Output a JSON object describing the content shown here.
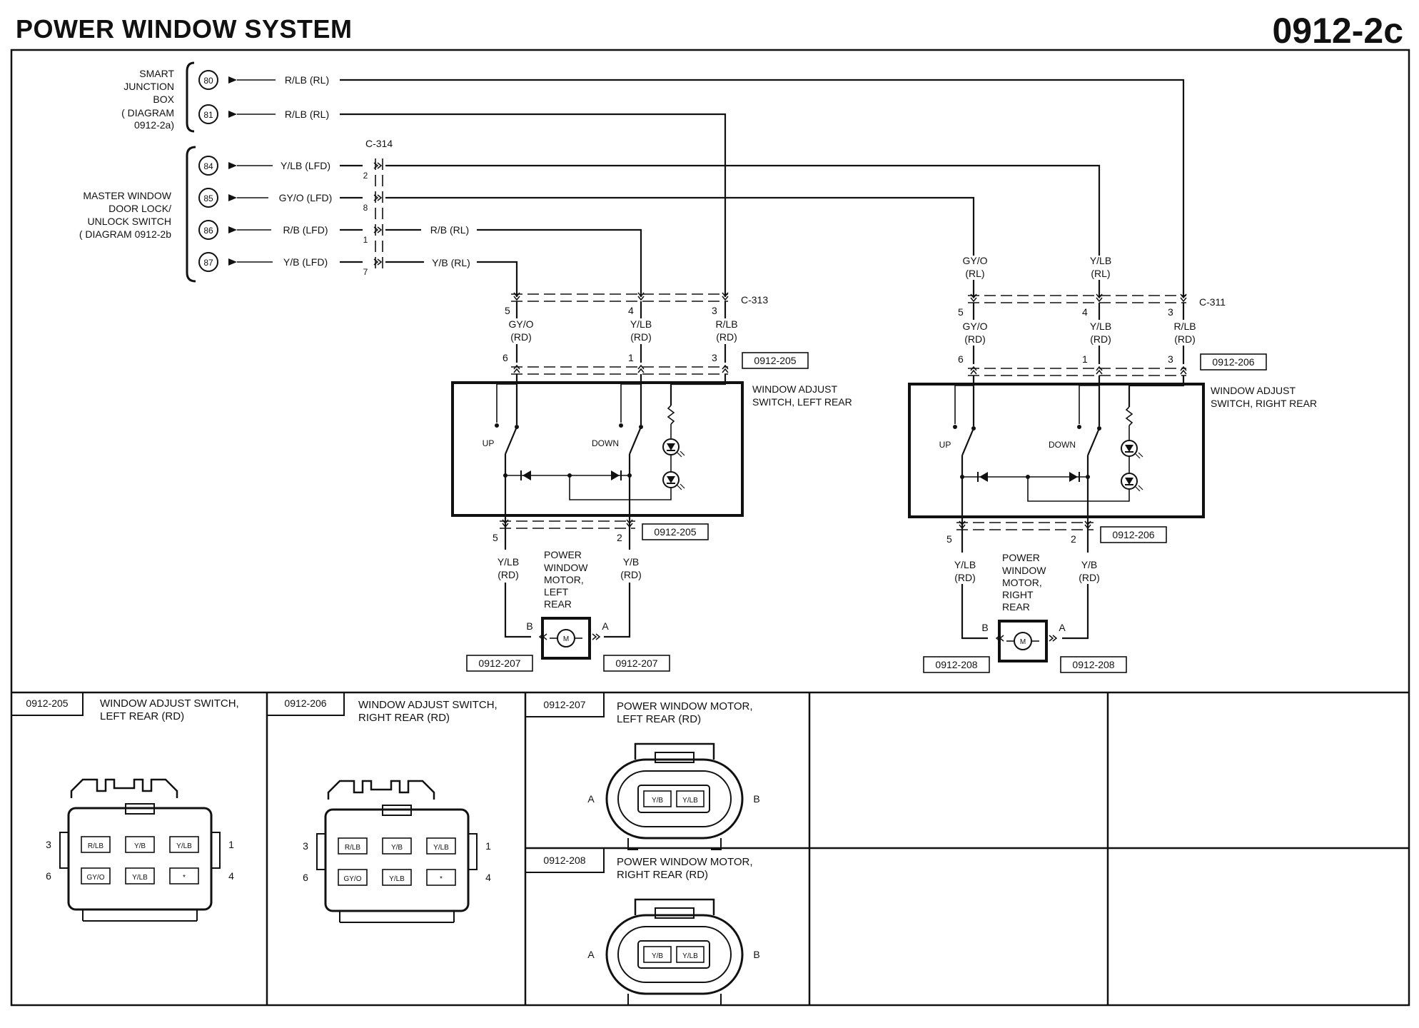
{
  "header": {
    "title": "POWER WINDOW SYSTEM",
    "code": "0912-2c"
  },
  "sources": {
    "sjb": {
      "lines": [
        "SMART",
        "JUNCTION",
        "BOX",
        "( DIAGRAM",
        "0912-2a)"
      ]
    },
    "master": {
      "lines": [
        "MASTER WINDOW",
        "DOOR LOCK/",
        "UNLOCK SWITCH",
        "( DIAGRAM 0912-2b"
      ]
    },
    "terminals": [
      "80",
      "81",
      "84",
      "85",
      "86",
      "87"
    ],
    "wires": [
      "R/LB (RL)",
      "R/LB (RL)",
      "Y/LB (LFD)",
      "GY/O (LFD)",
      "R/B (LFD)",
      "Y/B (LFD)"
    ]
  },
  "connector_c314": {
    "name": "C-314",
    "pins": [
      "2",
      "8",
      "1",
      "7"
    ],
    "out_wires": [
      "R/B (RL)",
      "Y/B (RL)"
    ]
  },
  "left": {
    "connector": "C-313",
    "top_pins": [
      "5",
      "4",
      "3"
    ],
    "wire_labels": [
      [
        "GY/O",
        "(RD)"
      ],
      [
        "Y/LB",
        "(RD)"
      ],
      [
        "R/LB",
        "(RD)"
      ]
    ],
    "sw_pins": [
      "6",
      "1",
      "3"
    ],
    "ref": "0912-205",
    "switch_name": [
      "WINDOW ADJUST",
      "SWITCH, LEFT REAR"
    ],
    "up": "UP",
    "down": "DOWN",
    "bot_pins": [
      "5",
      "2"
    ],
    "motor_wires": [
      [
        "Y/LB",
        "(RD)"
      ],
      [
        "Y/B",
        "(RD)"
      ]
    ],
    "motor_name": [
      "POWER",
      "WINDOW",
      "MOTOR,",
      "LEFT",
      "REAR"
    ],
    "motor_pins": [
      "B",
      "A"
    ],
    "motor_symbol": "M",
    "motor_ref": "0912-207"
  },
  "right": {
    "connector": "C-311",
    "incoming": [
      [
        "GY/O",
        "(RL)"
      ],
      [
        "Y/LB",
        "(RL)"
      ]
    ],
    "top_pins": [
      "5",
      "4",
      "3"
    ],
    "wire_labels": [
      [
        "GY/O",
        "(RD)"
      ],
      [
        "Y/LB",
        "(RD)"
      ],
      [
        "R/LB",
        "(RD)"
      ]
    ],
    "sw_pins": [
      "6",
      "1",
      "3"
    ],
    "ref": "0912-206",
    "switch_name": [
      "WINDOW ADJUST",
      "SWITCH, RIGHT REAR"
    ],
    "up": "UP",
    "down": "DOWN",
    "bot_pins": [
      "5",
      "2"
    ],
    "motor_wires": [
      [
        "Y/LB",
        "(RD)"
      ],
      [
        "Y/B",
        "(RD)"
      ]
    ],
    "motor_name": [
      "POWER",
      "WINDOW",
      "MOTOR,",
      "RIGHT",
      "REAR"
    ],
    "motor_pins": [
      "B",
      "A"
    ],
    "motor_symbol": "M",
    "motor_ref": "0912-208"
  },
  "panels": {
    "p205": {
      "code": "0912-205",
      "title": [
        "WINDOW ADJUST SWITCH,",
        "LEFT REAR (RD)"
      ],
      "cells": [
        "R/LB",
        "Y/B",
        "Y/LB",
        "GY/O",
        "Y/LB",
        "*"
      ],
      "pins": [
        "3",
        "1",
        "6",
        "4"
      ]
    },
    "p206": {
      "code": "0912-206",
      "title": [
        "WINDOW ADJUST SWITCH,",
        "RIGHT REAR (RD)"
      ],
      "cells": [
        "R/LB",
        "Y/B",
        "Y/LB",
        "GY/O",
        "Y/LB",
        "*"
      ],
      "pins": [
        "3",
        "1",
        "6",
        "4"
      ]
    },
    "p207": {
      "code": "0912-207",
      "title": [
        "POWER WINDOW MOTOR,",
        "LEFT REAR (RD)"
      ],
      "cells": [
        "Y/B",
        "Y/LB"
      ],
      "pins": [
        "A",
        "B"
      ]
    },
    "p208": {
      "code": "0912-208",
      "title": [
        "POWER WINDOW MOTOR,",
        "RIGHT REAR (RD)"
      ],
      "cells": [
        "Y/B",
        "Y/LB"
      ],
      "pins": [
        "A",
        "B"
      ]
    }
  }
}
